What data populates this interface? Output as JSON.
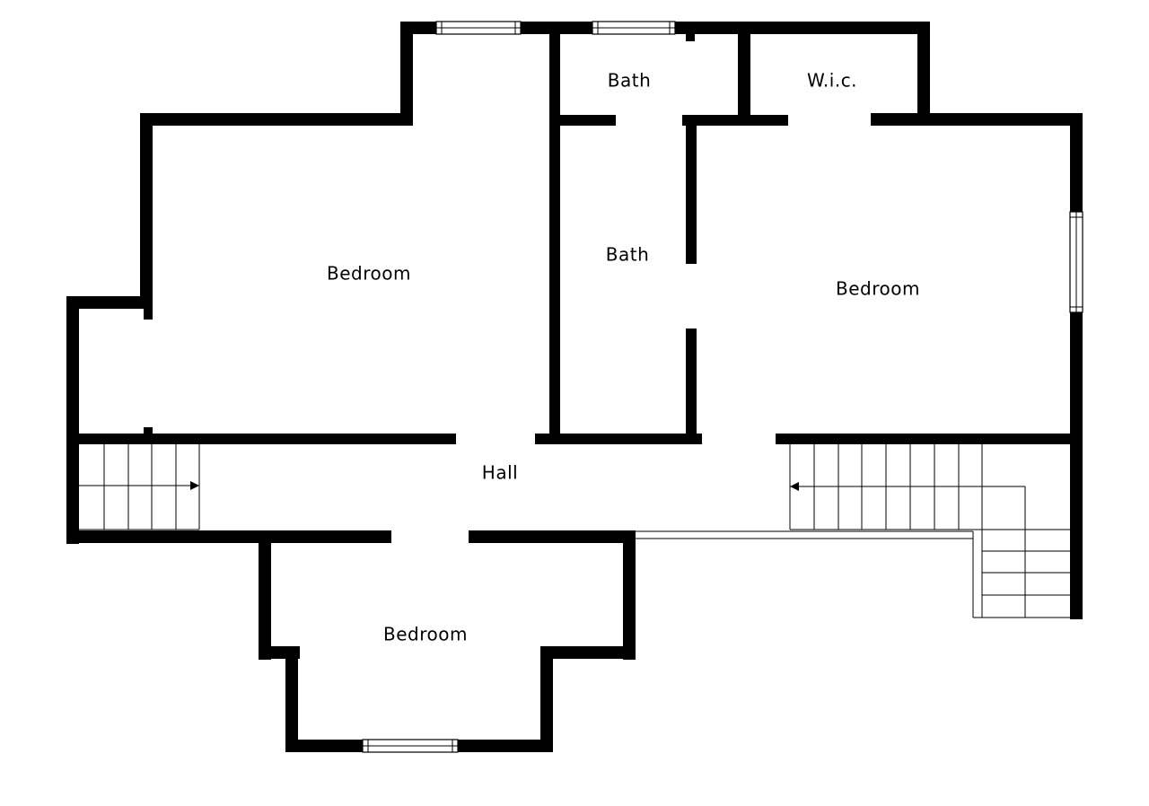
{
  "plan": {
    "wall_color": "#000000",
    "background": "#ffffff",
    "rooms": {
      "bedroom_left": "Bedroom",
      "bath_top": "Bath",
      "wic": "W.i.c.",
      "bath_middle": "Bath",
      "bedroom_right": "Bedroom",
      "hall": "Hall",
      "bedroom_bottom": "Bedroom"
    }
  }
}
